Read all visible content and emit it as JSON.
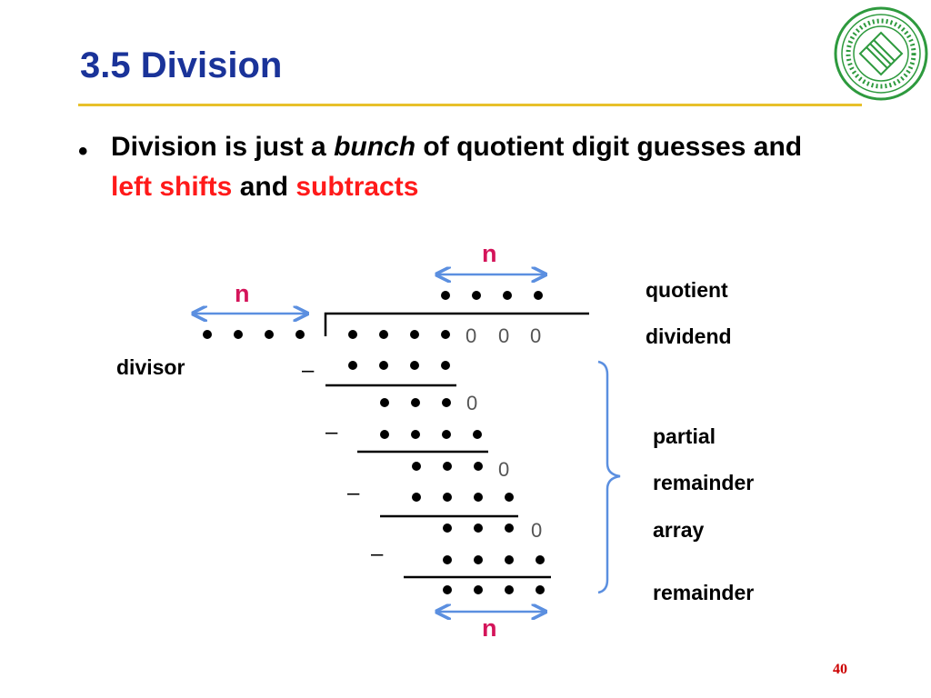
{
  "slide": {
    "title": "3.5 Division",
    "page_number": "40"
  },
  "bullet": {
    "part1": "Division is just a ",
    "emph": "bunch",
    "part2": " of quotient digit guesses and ",
    "red1": "left shifts",
    "part3": " and ",
    "red2": "subtracts"
  },
  "diagram": {
    "n_label": "n",
    "zero": "0",
    "minus": "–",
    "labels": {
      "quotient": "quotient",
      "dividend": "dividend",
      "divisor": "divisor",
      "partial": "partial",
      "remainder_word": "remainder",
      "array": "array",
      "remainder": "remainder"
    }
  },
  "colors": {
    "title": "#1a3399",
    "rule": "#e8c02a",
    "emphasis": "#ff1a1a",
    "n_label": "#d4145a",
    "arrow": "#5b8fe0",
    "brace": "#5b8fe0",
    "zero": "#555555",
    "logo": "#2e9a3e"
  }
}
